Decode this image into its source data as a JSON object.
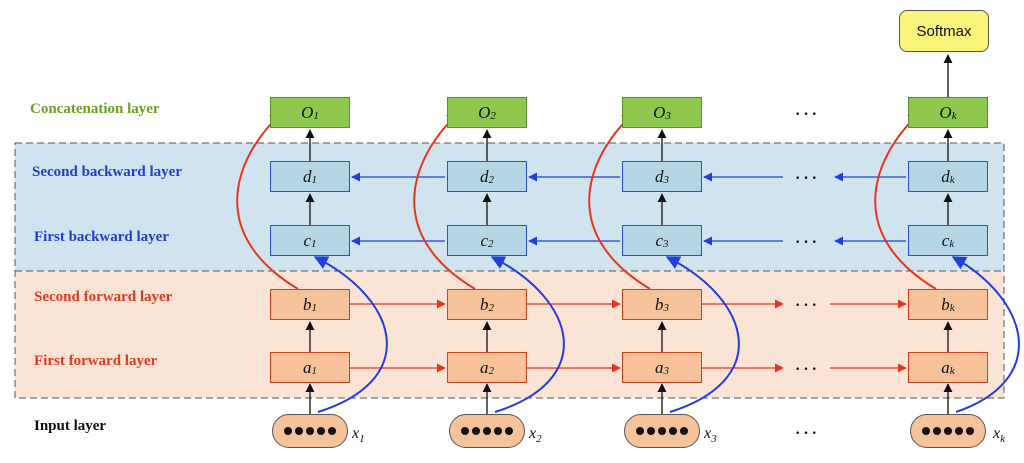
{
  "layers": {
    "concatenation": "Concatenation layer",
    "second_backward": "Second backward layer",
    "first_backward": "First backward layer",
    "second_forward": "Second forward layer",
    "first_forward": "First forward layer",
    "input": "Input layer"
  },
  "output": {
    "softmax": "Softmax"
  },
  "columns": [
    {
      "o": "O",
      "d": "d",
      "c": "c",
      "b": "b",
      "a": "a",
      "x": "x",
      "sub": "1"
    },
    {
      "o": "O",
      "d": "d",
      "c": "c",
      "b": "b",
      "a": "a",
      "x": "x",
      "sub": "2"
    },
    {
      "o": "O",
      "d": "d",
      "c": "c",
      "b": "b",
      "a": "a",
      "x": "x",
      "sub": "3"
    },
    {
      "o": "O",
      "d": "d",
      "c": "c",
      "b": "b",
      "a": "a",
      "x": "x",
      "sub": "k"
    }
  ],
  "ellipsis": "···",
  "colors": {
    "concat_green": "#6aa121",
    "backward_blue": "#1f3fd0",
    "forward_red": "#e23a1c",
    "backward_band": "#cfe4ee",
    "forward_band": "#fbe3d6"
  }
}
